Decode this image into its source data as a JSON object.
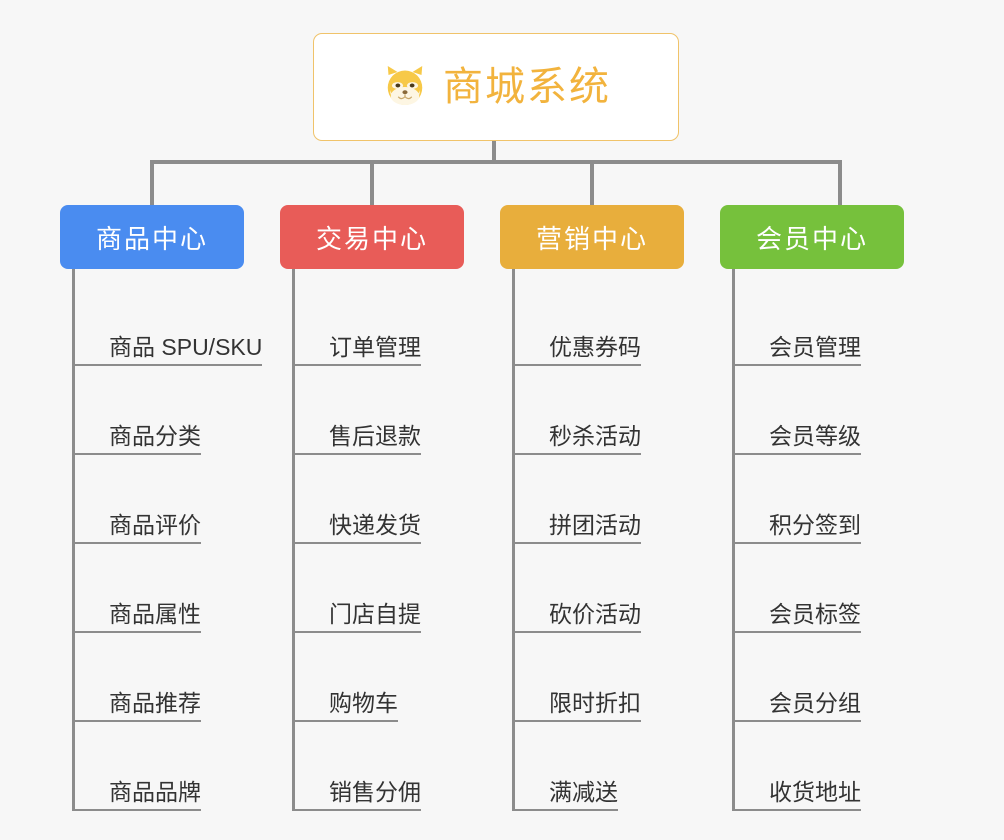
{
  "root": {
    "title": "商城系统",
    "emoji_name": "shiba-dog-face-icon",
    "border_color": "#f0c36a",
    "text_color": "#f2b33d"
  },
  "palette": {
    "background": "#f7f7f7",
    "connector": "#8c8c8c",
    "leaf_text": "#333333"
  },
  "categories": [
    {
      "label": "商品中心",
      "color": "#4a8cf0",
      "items": [
        "商品 SPU/SKU",
        "商品分类",
        "商品评价",
        "商品属性",
        "商品推荐",
        "商品品牌"
      ]
    },
    {
      "label": "交易中心",
      "color": "#e85c58",
      "items": [
        "订单管理",
        "售后退款",
        "快递发货",
        "门店自提",
        "购物车",
        "销售分佣"
      ]
    },
    {
      "label": "营销中心",
      "color": "#e8ae3c",
      "items": [
        "优惠券码",
        "秒杀活动",
        "拼团活动",
        "砍价活动",
        "限时折扣",
        "满减送"
      ]
    },
    {
      "label": "会员中心",
      "color": "#76c13c",
      "items": [
        "会员管理",
        "会员等级",
        "积分签到",
        "会员标签",
        "会员分组",
        "收货地址"
      ]
    }
  ]
}
